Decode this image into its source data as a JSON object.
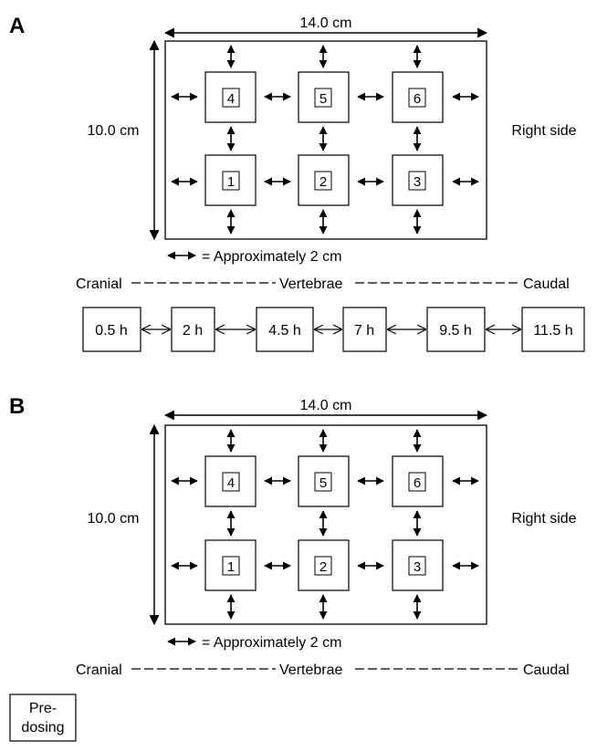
{
  "panels": [
    {
      "letter": "A",
      "width_label": "14.0 cm",
      "height_label": "10.0 cm",
      "side_label": "Right side",
      "legend_text": "= Approximately 2 cm",
      "axis": {
        "left": "Cranial",
        "center": "Vertebrae",
        "right": "Caudal"
      },
      "sites": [
        "4",
        "5",
        "6",
        "1",
        "2",
        "3"
      ],
      "timepoints": [
        "0.5 h",
        "2 h",
        "4.5 h",
        "7 h",
        "9.5 h",
        "11.5 h"
      ]
    },
    {
      "letter": "B",
      "width_label": "14.0 cm",
      "height_label": "10.0 cm",
      "side_label": "Right side",
      "legend_text": "= Approximately 2 cm",
      "axis": {
        "left": "Cranial",
        "center": "Vertebrae",
        "right": "Caudal"
      },
      "sites": [
        "4",
        "5",
        "6",
        "1",
        "2",
        "3"
      ],
      "predosing": [
        "Pre-",
        "dosing"
      ]
    }
  ]
}
